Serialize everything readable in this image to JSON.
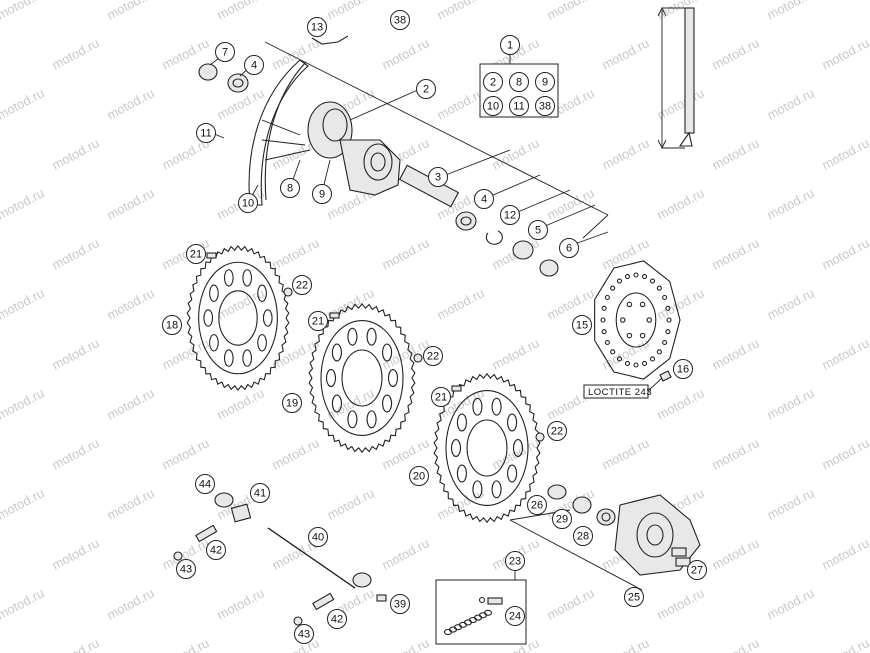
{
  "watermark": "motod.ru",
  "loctite_label": "LOCTITE 243",
  "kit_group": {
    "main": "1",
    "items": [
      "2",
      "8",
      "9",
      "10",
      "11",
      "38"
    ]
  },
  "callouts": {
    "c13": "13",
    "c38": "38",
    "c7": "7",
    "c4a": "4",
    "c2": "2",
    "c11": "11",
    "c8": "8",
    "c9": "9",
    "c10": "10",
    "c3": "3",
    "c4b": "4",
    "c12": "12",
    "c5": "5",
    "c6": "6",
    "c21a": "21",
    "c22a": "22",
    "c18": "18",
    "c21b": "21",
    "c22b": "22",
    "c19": "19",
    "c21c": "21",
    "c22c": "22",
    "c20": "20",
    "c15": "15",
    "c16": "16",
    "c44": "44",
    "c41": "41",
    "c42a": "42",
    "c43a": "43",
    "c40": "40",
    "c39": "39",
    "c42b": "42",
    "c43b": "43",
    "c23": "23",
    "c24": "24",
    "c26": "26",
    "c29": "29",
    "c28": "28",
    "c27": "27",
    "c25": "25"
  }
}
